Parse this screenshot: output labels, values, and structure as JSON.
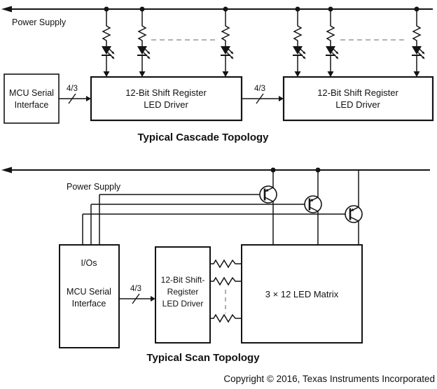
{
  "colors": {
    "line": "#141414",
    "background": "#ffffff",
    "dashed_continuation": "#999999"
  },
  "cascade": {
    "power_supply_label": "Power Supply",
    "mcu_box": {
      "line1": "MCU Serial",
      "line2": "Interface"
    },
    "bus1_label": "4/3",
    "bus2_label": "4/3",
    "driver1_box": {
      "line1": "12-Bit Shift Register",
      "line2": "LED Driver"
    },
    "driver2_box": {
      "line1": "12-Bit Shift Register",
      "line2": "LED Driver"
    },
    "caption": "Typical Cascade Topology"
  },
  "scan": {
    "power_supply_label": "Power Supply",
    "io_box": {
      "line1": "I/Os",
      "line2": "MCU Serial",
      "line3": "Interface"
    },
    "bus_label": "4/3",
    "driver_box": {
      "line1": "12-Bit Shift-",
      "line2": "Register",
      "line3": "LED Driver"
    },
    "matrix_box": {
      "label": "3 × 12 LED Matrix"
    },
    "caption": "Typical Scan Topology"
  },
  "footer": {
    "copyright": "Copyright © 2016, Texas Instruments Incorporated"
  }
}
